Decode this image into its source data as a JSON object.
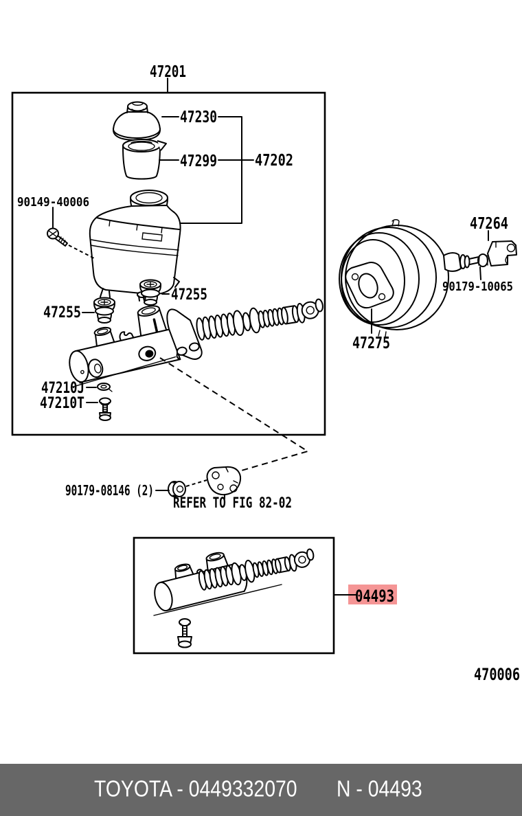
{
  "diagram": {
    "figure_code": "470006",
    "labels": {
      "assembly": "47201",
      "cap": "47230",
      "filter": "47299",
      "reservoir_assy": "47202",
      "reservoir_screw": "90149-40006",
      "grommet_right": "47255",
      "grommet_left": "47255",
      "gasket_j": "47210J",
      "bolt_t": "47210T",
      "booster_clevis": "47264",
      "booster_locknut": "90179-10065",
      "booster_gasket": "47275",
      "union_nut": "90179-08146 (2)",
      "refer_note": "REFER TO FIG 82-02",
      "repair_kit": "04493"
    },
    "highlight": {
      "bg": "#f59595",
      "text": "#7c1010"
    },
    "line_color": "#000000"
  },
  "footer": {
    "bg": "#676767",
    "text_color": "#ffffff",
    "brand_code": "TOYOTA - 0449332070",
    "catalog_code": "N - 04493"
  }
}
